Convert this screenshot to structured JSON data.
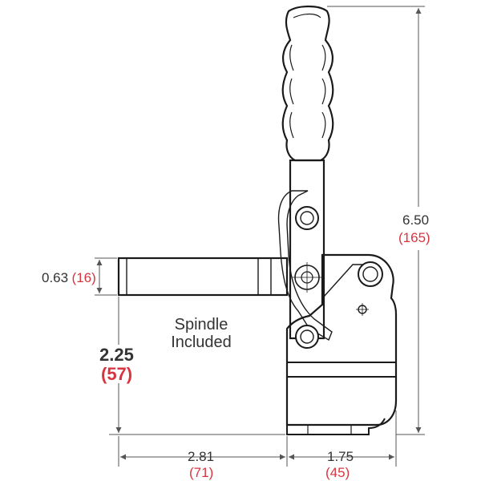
{
  "dimensions": {
    "overall_height": {
      "inches": "6.50",
      "mm": "(165)"
    },
    "spindle_diameter": {
      "inches": "0.63",
      "mm": "(16)"
    },
    "spindle_height": {
      "inches": "2.25",
      "mm": "(57)"
    },
    "spindle_reach": {
      "inches": "2.81",
      "mm": "(71)"
    },
    "base_width": {
      "inches": "1.75",
      "mm": "(45)"
    }
  },
  "note": {
    "line1": "Spindle",
    "line2": "Included"
  },
  "colors": {
    "line": "#1a1a1a",
    "dim_line": "#555555",
    "metric": "#d8343f",
    "imperial": "#333333"
  }
}
